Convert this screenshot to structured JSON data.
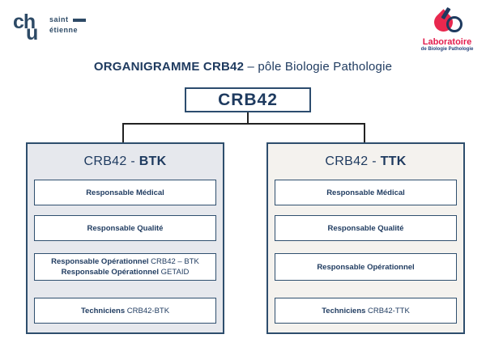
{
  "colors": {
    "navy_text": "#1e3a5f",
    "box_border": "#30506f",
    "panel_border": "#2e4e6d",
    "panel_btk_bg": "#e6e8ed",
    "panel_ttk_bg": "#f4f2ee",
    "brand_red": "#e31c4c",
    "connector": "#222222"
  },
  "chu_logo": {
    "ch": "ch",
    "u": "u",
    "saint": "saint",
    "etienne": "étienne"
  },
  "lab_logo": {
    "icon": "drop-icon",
    "title": "Laboratoire",
    "subtitle": "de Biologie Pathologie"
  },
  "title": {
    "bold": "ORGANIGRAMME CRB42",
    "regular": " – pôle Biologie Pathologie"
  },
  "root_box": {
    "label": "CRB42"
  },
  "panels": [
    {
      "title_regular": "CRB42 - ",
      "title_bold": "BTK",
      "boxes": [
        {
          "line1_bold": "Responsable Médical"
        },
        {
          "line1_bold": "Responsable Qualité"
        },
        {
          "line1_bold": "Responsable Opérationnel",
          "line1_regular": " CRB42 – BTK",
          "line2_bold": "Responsable Opérationnel",
          "line2_regular": " GETAID"
        },
        {
          "line1_bold": "Techniciens",
          "line1_regular": " CRB42-BTK"
        }
      ]
    },
    {
      "title_regular": "CRB42 - ",
      "title_bold": "TTK",
      "boxes": [
        {
          "line1_bold": "Responsable Médical"
        },
        {
          "line1_bold": "Responsable Qualité"
        },
        {
          "line1_bold": "Responsable Opérationnel"
        },
        {
          "line1_bold": "Techniciens",
          "line1_regular": " CRB42-TTK"
        }
      ]
    }
  ]
}
